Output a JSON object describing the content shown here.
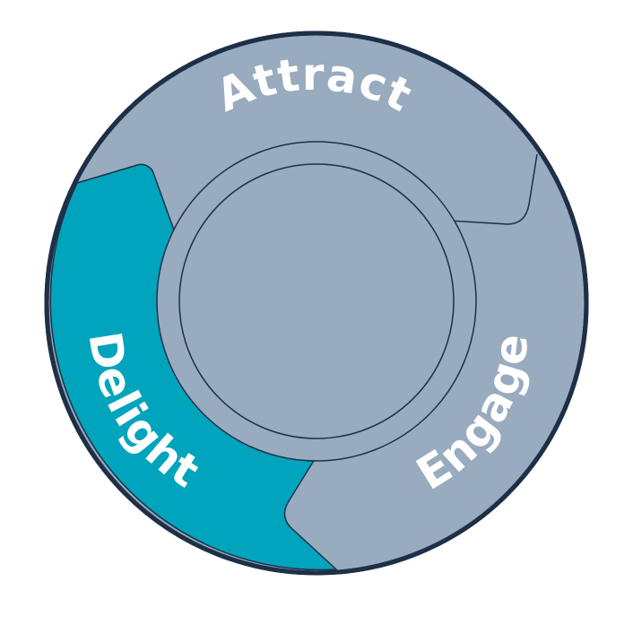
{
  "diagram": {
    "segments": [
      {
        "key": "attract",
        "label": "Attract"
      },
      {
        "key": "engage",
        "label": "Engage"
      },
      {
        "key": "delight",
        "label": "Delight"
      }
    ],
    "highlighted_segment": "delight",
    "colors": {
      "background": "#ffffff",
      "outline": "#1e3047",
      "segment_fill": "#98abbf",
      "highlight_fill": "#00a4bd",
      "label": "#ffffff"
    }
  }
}
